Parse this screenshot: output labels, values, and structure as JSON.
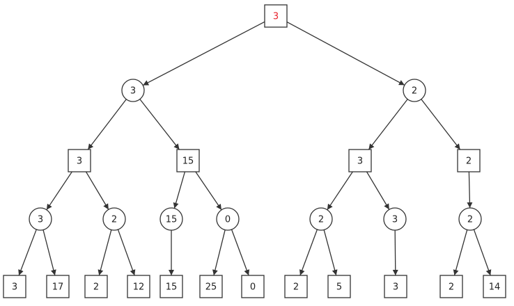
{
  "colors": {
    "stroke": "#333333",
    "text": "#222222",
    "root_text": "#e8202a",
    "fill": "#ffffff"
  },
  "tree": {
    "root": {
      "value": "3"
    },
    "level1": [
      {
        "value": "3"
      },
      {
        "value": "2"
      }
    ],
    "level2": [
      {
        "value": "3"
      },
      {
        "value": "15"
      },
      {
        "value": "3"
      },
      {
        "value": "2"
      }
    ],
    "level3": [
      {
        "value": "3"
      },
      {
        "value": "2"
      },
      {
        "value": "15"
      },
      {
        "value": "0"
      },
      {
        "value": "2"
      },
      {
        "value": "3"
      },
      {
        "value": "2"
      }
    ],
    "leaves": [
      {
        "value": "3"
      },
      {
        "value": "17"
      },
      {
        "value": "2"
      },
      {
        "value": "12"
      },
      {
        "value": "15"
      },
      {
        "value": "25"
      },
      {
        "value": "0"
      },
      {
        "value": "2"
      },
      {
        "value": "5"
      },
      {
        "value": "3"
      },
      {
        "value": "2"
      },
      {
        "value": "14"
      }
    ]
  }
}
